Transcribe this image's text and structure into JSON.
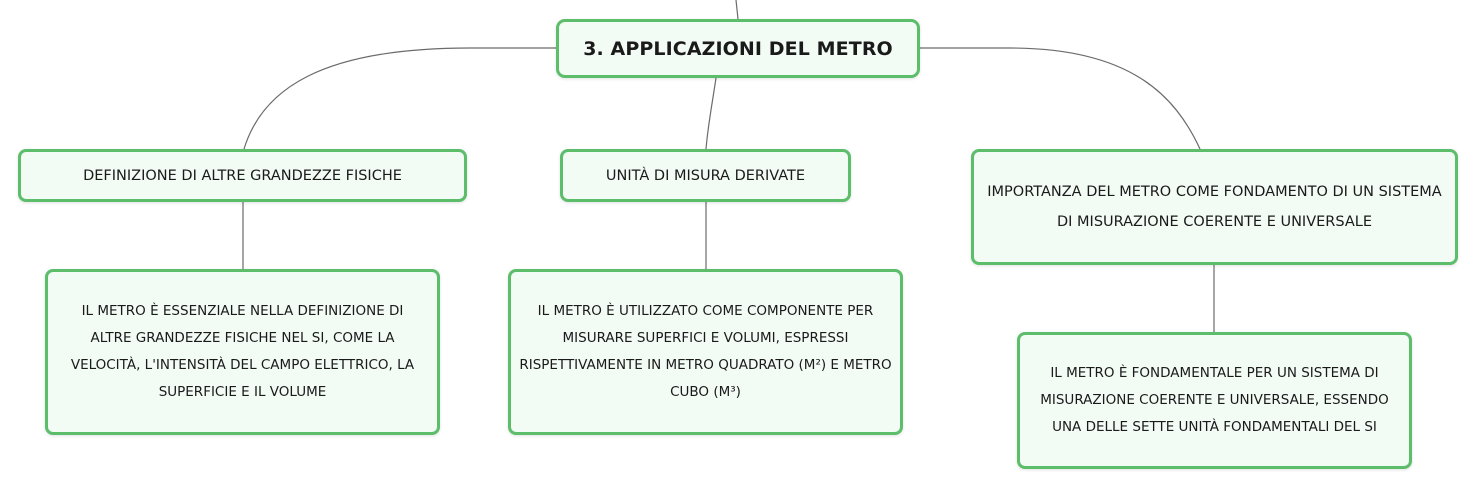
{
  "root": {
    "title": "3. APPLICAZIONI DEL METRO"
  },
  "branches": [
    {
      "title": "DEFINIZIONE DI ALTRE GRANDEZZE FISICHE",
      "detail": "IL METRO È ESSENZIALE NELLA DEFINIZIONE DI ALTRE GRANDEZZE FISICHE NEL SI, COME LA VELOCITÀ, L'INTENSITÀ DEL CAMPO ELETTRICO, LA SUPERFICIE E IL VOLUME"
    },
    {
      "title": "UNITÀ DI MISURA DERIVATE",
      "detail": "IL METRO È UTILIZZATO COME COMPONENTE PER MISURARE SUPERFICI E VOLUMI, ESPRESSI RISPETTIVAMENTE IN METRO QUADRATO (M²) E METRO CUBO (M³)"
    },
    {
      "title": "IMPORTANZA DEL METRO COME FONDAMENTO DI UN SISTEMA DI MISURAZIONE COERENTE E UNIVERSALE",
      "detail": "IL METRO È FONDAMENTALE PER UN SISTEMA DI MISURAZIONE COERENTE E UNIVERSALE, ESSENDO UNA DELLE SETTE UNITÀ FONDAMENTALI DEL SI"
    }
  ],
  "colors": {
    "node_border": "#5cbd6a",
    "node_fill": "#f3fbf5",
    "connector": "#6b6b6b",
    "text": "#1a1a1a"
  }
}
